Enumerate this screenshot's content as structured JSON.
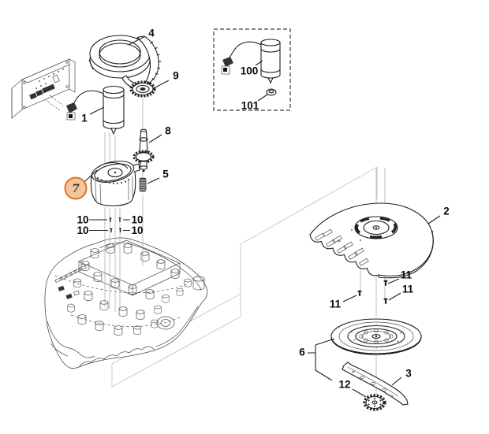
{
  "title": "exploded-parts-diagram",
  "highlight": {
    "label": "7",
    "fill": "#F5C59E",
    "stroke": "#DF7320"
  },
  "colors": {
    "line": "#1e1e1e",
    "construction": "#b4b4b4",
    "background": "#ffffff"
  },
  "callouts": {
    "c1": {
      "label": "1"
    },
    "c2": {
      "label": "2"
    },
    "c3": {
      "label": "3"
    },
    "c4": {
      "label": "4"
    },
    "c5": {
      "label": "5"
    },
    "c6": {
      "label": "6"
    },
    "c8": {
      "label": "8"
    },
    "c9": {
      "label": "9"
    },
    "c10a": {
      "label": "10"
    },
    "c10b": {
      "label": "10"
    },
    "c10c": {
      "label": "10"
    },
    "c10d": {
      "label": "10"
    },
    "c11a": {
      "label": "11"
    },
    "c11b": {
      "label": "11"
    },
    "c11c": {
      "label": "11"
    },
    "c12": {
      "label": "12"
    },
    "c100": {
      "label": "100"
    },
    "c101": {
      "label": "101"
    }
  }
}
